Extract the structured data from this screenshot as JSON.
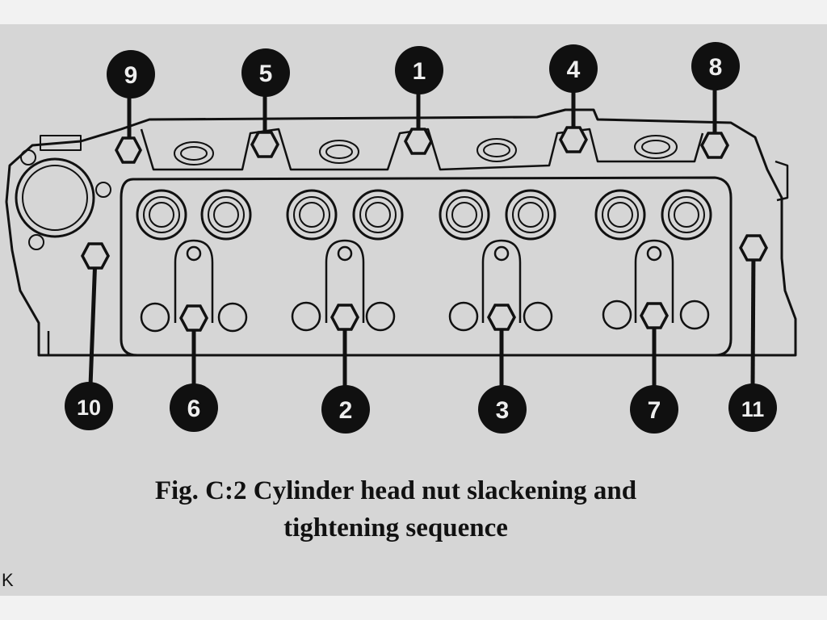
{
  "caption": {
    "line1": "Fig. C:2 Cylinder head nut slackening and",
    "line2": "tightening sequence"
  },
  "corner_text": "K",
  "colors": {
    "ink": "#111111",
    "paper": "#d6d6d6",
    "badge": "#101010",
    "badge_text": "#eeeeee"
  },
  "badges": [
    {
      "label": "9"
    },
    {
      "label": "5"
    },
    {
      "label": "1"
    },
    {
      "label": "4"
    },
    {
      "label": "8"
    },
    {
      "label": "10"
    },
    {
      "label": "6"
    },
    {
      "label": "2"
    },
    {
      "label": "3"
    },
    {
      "label": "7"
    },
    {
      "label": "11"
    }
  ]
}
